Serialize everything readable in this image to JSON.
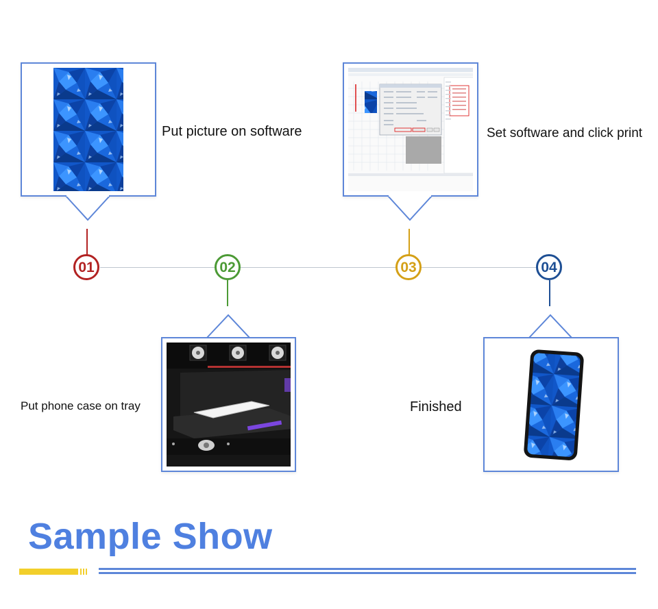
{
  "steps": [
    {
      "number": "01",
      "label": "Put picture on software",
      "color": "#b22222"
    },
    {
      "number": "02",
      "label": "Put phone case on tray",
      "color": "#4c9a35"
    },
    {
      "number": "03",
      "label": "Set software and click print",
      "color": "#d4a017"
    },
    {
      "number": "04",
      "label": "Finished",
      "color": "#1e4f94"
    }
  ],
  "section_title": "Sample Show",
  "colors": {
    "frame_border": "#5d86d8",
    "title": "#4f80e0",
    "accent_yellow": "#f2cf2b",
    "rule_blue": "#5d86d8"
  }
}
